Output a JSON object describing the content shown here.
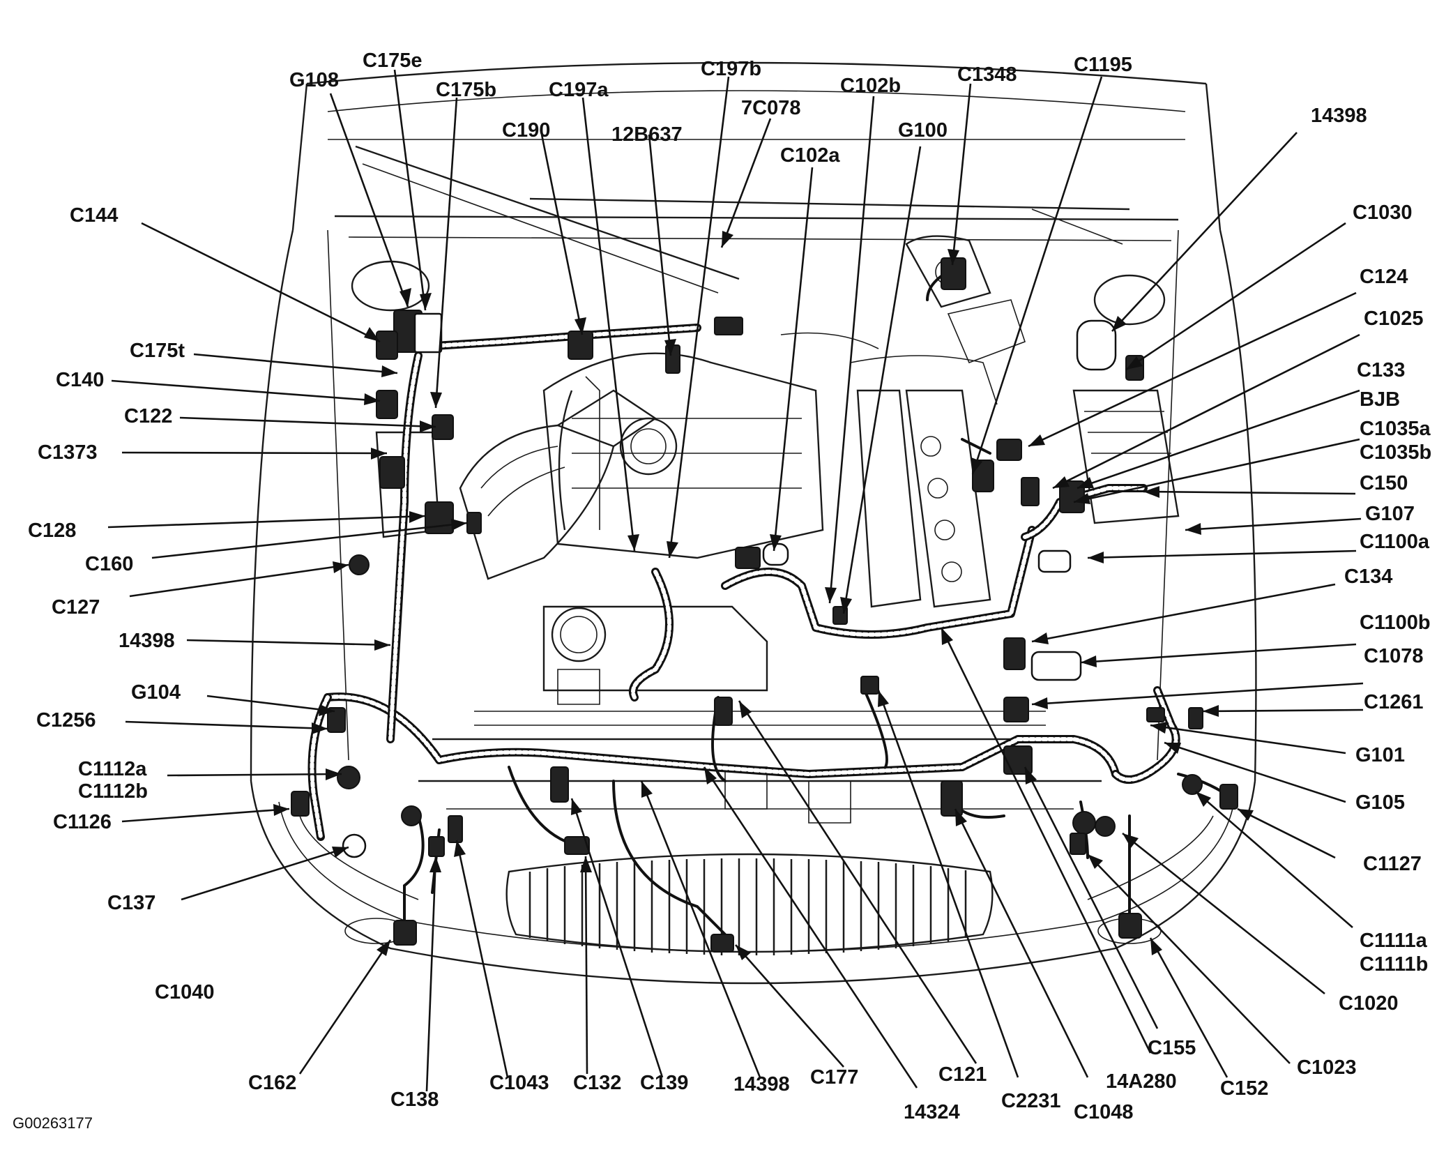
{
  "figure_id": "G00263177",
  "labels": [
    {
      "id": "G108",
      "text": "G108"
    },
    {
      "id": "C175e",
      "text": "C175e"
    },
    {
      "id": "C175b",
      "text": "C175b"
    },
    {
      "id": "C197a",
      "text": "C197a"
    },
    {
      "id": "C197b",
      "text": "C197b"
    },
    {
      "id": "7C078",
      "text": "7C078"
    },
    {
      "id": "C102b",
      "text": "C102b"
    },
    {
      "id": "C1348",
      "text": "C1348"
    },
    {
      "id": "C1195",
      "text": "C1195"
    },
    {
      "id": "14398_top",
      "text": "14398"
    },
    {
      "id": "C190",
      "text": "C190"
    },
    {
      "id": "12B637",
      "text": "12B637"
    },
    {
      "id": "C102a",
      "text": "C102a"
    },
    {
      "id": "G100",
      "text": "G100"
    },
    {
      "id": "C144",
      "text": "C144"
    },
    {
      "id": "C1030",
      "text": "C1030"
    },
    {
      "id": "C124",
      "text": "C124"
    },
    {
      "id": "C1025",
      "text": "C1025"
    },
    {
      "id": "C175t",
      "text": "C175t"
    },
    {
      "id": "C140",
      "text": "C140"
    },
    {
      "id": "C133",
      "text": "C133"
    },
    {
      "id": "BJB",
      "text": "BJB"
    },
    {
      "id": "C122",
      "text": "C122"
    },
    {
      "id": "C1035a",
      "text": "C1035a"
    },
    {
      "id": "C1035b",
      "text": "C1035b"
    },
    {
      "id": "C1373",
      "text": "C1373"
    },
    {
      "id": "C150",
      "text": "C150"
    },
    {
      "id": "G107",
      "text": "G107"
    },
    {
      "id": "C128",
      "text": "C128"
    },
    {
      "id": "C1100a",
      "text": "C1100a"
    },
    {
      "id": "C160",
      "text": "C160"
    },
    {
      "id": "C134",
      "text": "C134"
    },
    {
      "id": "C127",
      "text": "C127"
    },
    {
      "id": "C1100b",
      "text": "C1100b"
    },
    {
      "id": "14398_left",
      "text": "14398"
    },
    {
      "id": "C1078",
      "text": "C1078"
    },
    {
      "id": "G104",
      "text": "G104"
    },
    {
      "id": "C1261",
      "text": "C1261"
    },
    {
      "id": "C1256",
      "text": "C1256"
    },
    {
      "id": "G101",
      "text": "G101"
    },
    {
      "id": "C1112a",
      "text": "C1112a"
    },
    {
      "id": "C1112b",
      "text": "C1112b"
    },
    {
      "id": "G105",
      "text": "G105"
    },
    {
      "id": "C1126",
      "text": "C1126"
    },
    {
      "id": "C1127",
      "text": "C1127"
    },
    {
      "id": "C137",
      "text": "C137"
    },
    {
      "id": "C1111a",
      "text": "C1111a"
    },
    {
      "id": "C1111b",
      "text": "C1111b"
    },
    {
      "id": "C1040",
      "text": "C1040"
    },
    {
      "id": "C1020",
      "text": "C1020"
    },
    {
      "id": "C1023",
      "text": "C1023"
    },
    {
      "id": "C155",
      "text": "C155"
    },
    {
      "id": "C162",
      "text": "C162"
    },
    {
      "id": "C138",
      "text": "C138"
    },
    {
      "id": "C1043",
      "text": "C1043"
    },
    {
      "id": "C132",
      "text": "C132"
    },
    {
      "id": "C139",
      "text": "C139"
    },
    {
      "id": "14398_bottom",
      "text": "14398"
    },
    {
      "id": "C177",
      "text": "C177"
    },
    {
      "id": "C121",
      "text": "C121"
    },
    {
      "id": "14A280",
      "text": "14A280"
    },
    {
      "id": "C152",
      "text": "C152"
    },
    {
      "id": "14324",
      "text": "14324"
    },
    {
      "id": "C2231",
      "text": "C2231"
    },
    {
      "id": "C1048",
      "text": "C1048"
    }
  ]
}
